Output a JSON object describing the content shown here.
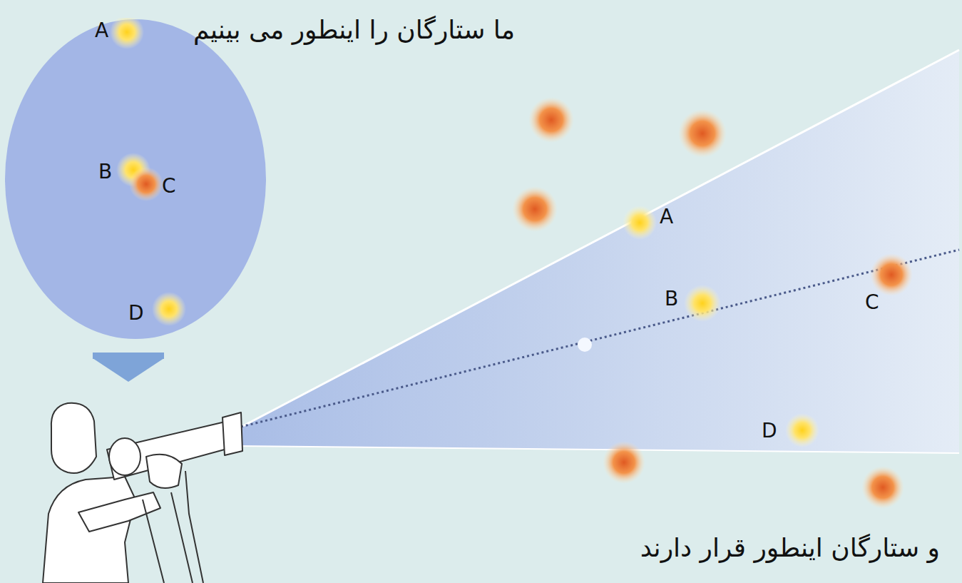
{
  "diagram": {
    "title": "ما ستارگان را اینطور می بینیم",
    "caption": "و ستارگان اینطور قرار دارند",
    "nodes": [
      {
        "text": [
          "A",
          "B",
          "C",
          "D"
        ]
      }
    ],
    "labels": [
      "A",
      "B",
      "C",
      "D"
    ]
  }
}
